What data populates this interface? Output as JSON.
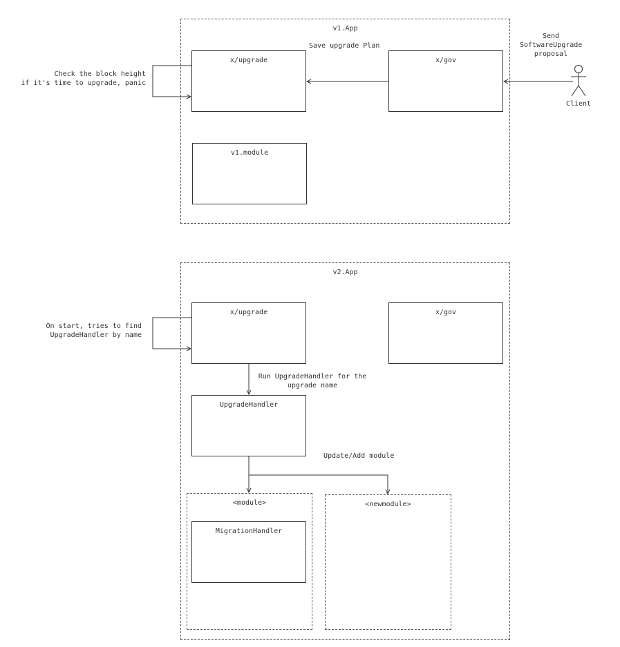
{
  "v1": {
    "app_title": "v1.App",
    "upgrade_box": "x/upgrade",
    "gov_box": "x/gov",
    "module_box": "v1.module",
    "save_plan_label": "Save upgrade Plan",
    "check_height_label_line1": "Check the block height",
    "check_height_label_line2": "if it's time to upgrade, panic",
    "send_proposal_line1": "Send",
    "send_proposal_line2": "SoftwareUpgrade",
    "send_proposal_line3": "proposal",
    "client_label": "Client"
  },
  "v2": {
    "app_title": "v2.App",
    "upgrade_box": "x/upgrade",
    "gov_box": "x/gov",
    "handler_box": "UpgradeHandler",
    "module_group": "<module>",
    "migration_box": "MigrationHandler",
    "newmodule_group": "<newmodule>",
    "on_start_line1": "On start, tries to find",
    "on_start_line2": "UpgradeHandler by name",
    "run_handler_line1": "Run UpgradeHandler for the",
    "run_handler_line2": "upgrade name",
    "update_add_label": "Update/Add module"
  },
  "colors": {
    "stroke": "#333333",
    "dashed": "#555555",
    "background": "#ffffff"
  }
}
